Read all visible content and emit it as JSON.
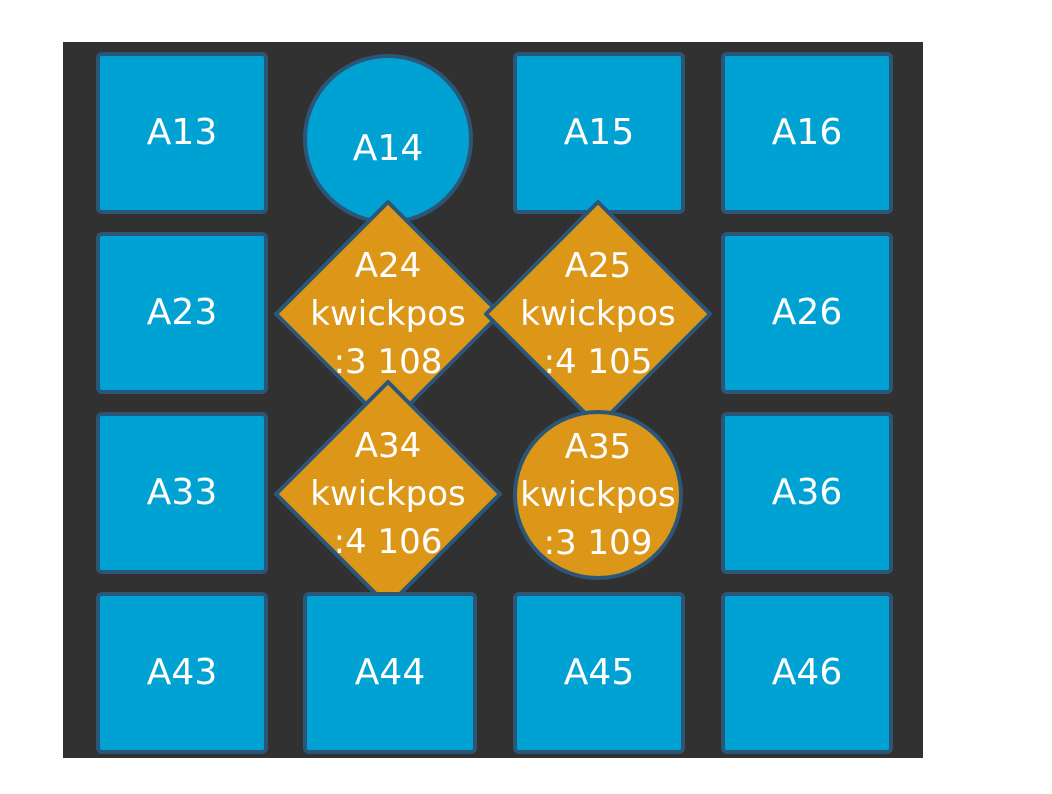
{
  "tiles": {
    "a13": "A13",
    "a14": "A14",
    "a15": "A15",
    "a16": "A16",
    "a23": "A23",
    "a26": "A26",
    "a33": "A33",
    "a36": "A36",
    "a43": "A43",
    "a44": "A44",
    "a45": "A45",
    "a46": "A46"
  },
  "selected": {
    "a24": {
      "name": "A24",
      "line2": "kwickpos",
      "line3": ":3 108"
    },
    "a25": {
      "name": "A25",
      "line2": "kwickpos",
      "line3": ":4 105"
    },
    "a34": {
      "name": "A34",
      "line2": "kwickpos",
      "line3": ":4 106"
    },
    "a35": {
      "name": "A35",
      "line2": "kwickpos",
      "line3": ":3 109"
    }
  },
  "colors": {
    "board_background": "#313131",
    "available": "#00a2d4",
    "occupied": "#dd9718",
    "border": "#2c5678",
    "text": "#ffffff"
  }
}
